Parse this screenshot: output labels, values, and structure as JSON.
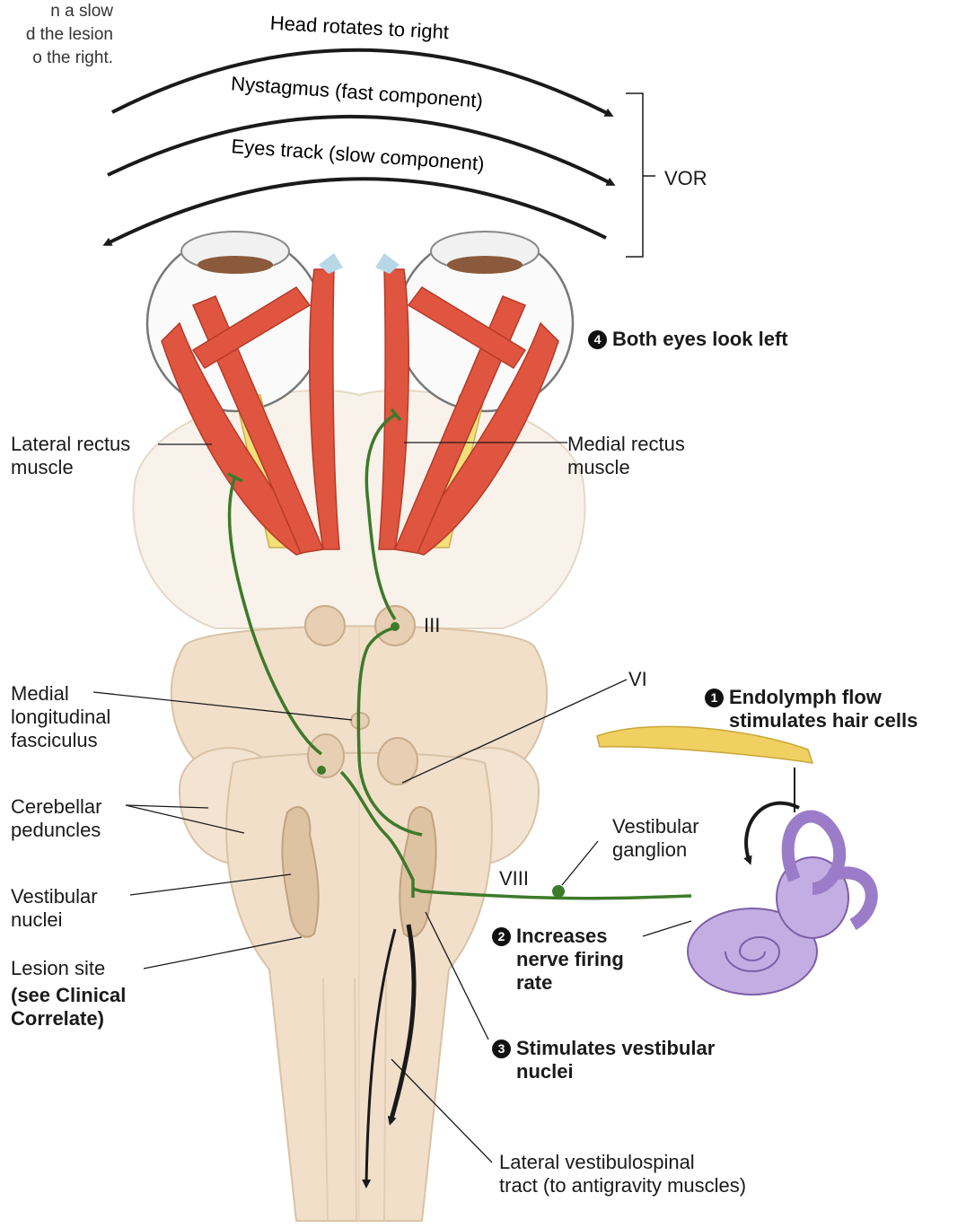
{
  "corner_text": [
    "n a slow",
    "d the lesion",
    "o the right."
  ],
  "arcs": {
    "head": "Head rotates to right",
    "nystagmus": "Nystagmus (fast component)",
    "track": "Eyes track (slow component)"
  },
  "vor": "VOR",
  "steps": {
    "s1": {
      "num": "1",
      "text": "Endolymph flow\nstimulates hair cells"
    },
    "s2": {
      "num": "2",
      "text": "Increases\nnerve firing\nrate"
    },
    "s3": {
      "num": "3",
      "text": "Stimulates vestibular\nnuclei"
    },
    "s4": {
      "num": "4",
      "text": "Both eyes look left"
    }
  },
  "labels": {
    "lateral_rectus": "Lateral rectus\nmuscle",
    "medial_rectus": "Medial rectus\nmuscle",
    "mlf": "Medial\nlongitudinal\nfasciculus",
    "cerebellar": "Cerebellar\npeduncles",
    "vestibular_nuclei": "Vestibular\nnuclei",
    "lesion": "Lesion site",
    "lesion_note": "(see Clinical\nCorrelate)",
    "vestibular_ganglion": "Vestibular\nganglion",
    "tract": "Lateral vestibulospinal\ntract (to antigravity muscles)",
    "iii": "III",
    "vi": "VI",
    "viii": "VIII"
  },
  "colors": {
    "pathway": "#3d7a2a",
    "muscle": "#e0553f",
    "brainstem": "#f2e2cf",
    "inner_ear": "#a98ad0",
    "nerve": "#f0d060",
    "arrow": "#1a1a1a"
  }
}
